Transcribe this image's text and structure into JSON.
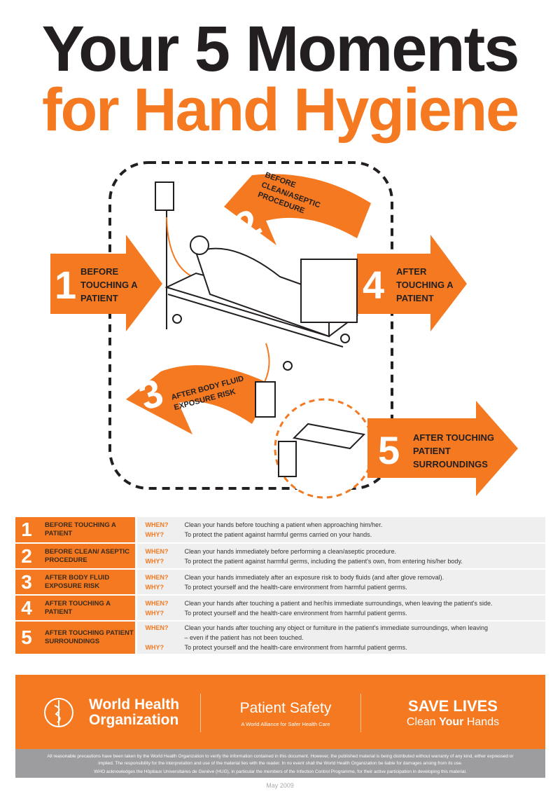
{
  "title": {
    "line1": "Your 5 Moments",
    "line2": "for Hand Hygiene"
  },
  "colors": {
    "accent": "#f47920",
    "dark": "#231f20",
    "gray": "#9d9c9e"
  },
  "diagram": {
    "m1": {
      "num": "1",
      "label": "BEFORE TOUCHING A PATIENT"
    },
    "m2": {
      "num": "2",
      "label": "BEFORE CLEAN/ASEPTIC PROCEDURE"
    },
    "m3": {
      "num": "3",
      "label": "AFTER BODY FLUID EXPOSURE RISK"
    },
    "m4": {
      "num": "4",
      "label": "AFTER TOUCHING A PATIENT"
    },
    "m5": {
      "num": "5",
      "label": "AFTER TOUCHING PATIENT SURROUNDINGS"
    }
  },
  "table": {
    "when_label": "WHEN?",
    "why_label": "WHY?",
    "rows": [
      {
        "num": "1",
        "title": "BEFORE TOUCHING A PATIENT",
        "when": "Clean your hands before touching a patient when approaching him/her.",
        "why": "To protect the patient against harmful germs carried on your hands."
      },
      {
        "num": "2",
        "title": "BEFORE CLEAN/ ASEPTIC PROCEDURE",
        "when": "Clean your hands immediately before performing a clean/aseptic procedure.",
        "why": "To protect the patient against harmful germs, including the patient's own, from entering his/her body."
      },
      {
        "num": "3",
        "title": "AFTER BODY FLUID EXPOSURE RISK",
        "when": "Clean your hands immediately after an exposure risk to body fluids (and after glove removal).",
        "why": "To protect yourself and the health-care environment from harmful patient germs."
      },
      {
        "num": "4",
        "title": "AFTER TOUCHING A PATIENT",
        "when": "Clean your hands after touching a patient and her/his immediate surroundings, when leaving the patient's side.",
        "why": "To protect yourself and the health-care environment from harmful patient germs."
      },
      {
        "num": "5",
        "title": "AFTER TOUCHING PATIENT SURROUNDINGS",
        "when": "Clean your hands after touching any object or furniture in the patient's immediate surroundings, when leaving – even if the patient has not been touched.",
        "why": "To protect yourself and the health-care environment from harmful patient germs."
      }
    ]
  },
  "footer": {
    "who_line1": "World Health",
    "who_line2": "Organization",
    "ps_title": "Patient Safety",
    "ps_sub": "A World Alliance for Safer Health Care",
    "save_title": "SAVE LIVES",
    "save_sub_a": "Clean ",
    "save_sub_b": "Your",
    "save_sub_c": " Hands"
  },
  "disclaimer": {
    "line1": "All reasonable precautions have been taken by the World Health Organization to verify the information contained in this document. However, the published material is being distributed without warranty of any kind, either expressed or implied. The responsibility for the interpretation and use of the material lies with the reader. In no event shall the World Health Organization be liable for damages arising from its use.",
    "line2": "WHO acknowledges the Hôpitaux Universitaires de Genève (HUG), in particular the members of the Infection Control Programme, for their active participation in developing this material."
  },
  "date": "May 2009"
}
